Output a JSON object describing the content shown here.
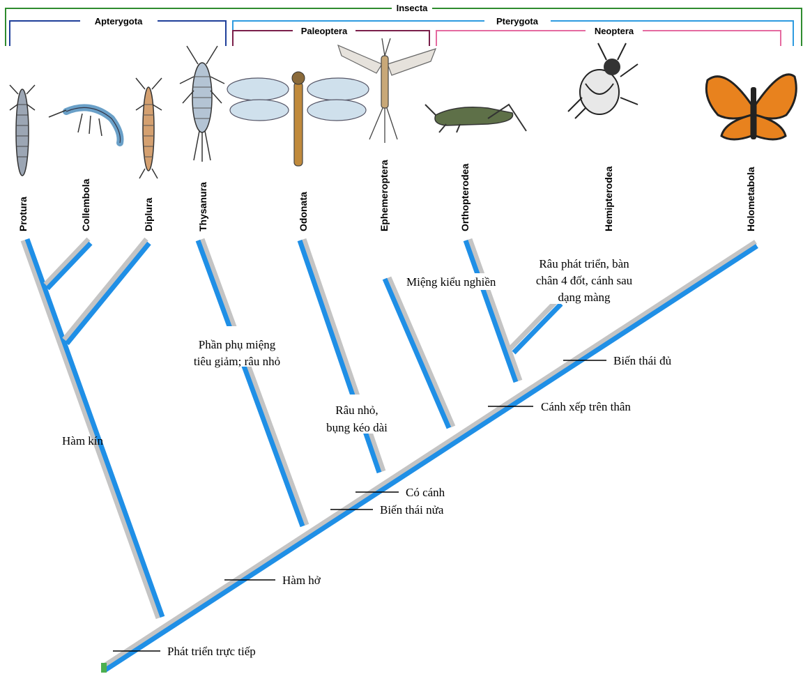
{
  "groups": {
    "insecta": "Insecta",
    "apterygota": "Apterygota",
    "pterygota": "Pterygota",
    "paleoptera": "Paleoptera",
    "neoptera": "Neoptera"
  },
  "taxa": [
    "Protura",
    "Collembola",
    "Diplura",
    "Thysanura",
    "Odonata",
    "Ephemeroptera",
    "Orthopterodea",
    "Hemipterodea",
    "Holometabola"
  ],
  "traits": {
    "ham_kin": "Hàm kín",
    "phan_phu_1": "Phần phụ miệng",
    "phan_phu_2": "tiêu giảm; râu nhỏ",
    "rau_nho_1": "Râu nhỏ,",
    "rau_nho_2": "bụng kéo dài",
    "mieng": "Miệng kiểu nghiền",
    "rau_pt_1": "Râu phát triển, bàn",
    "rau_pt_2": "chân 4 đốt, cánh sau",
    "rau_pt_3": "dạng màng",
    "bien_thai_du": "Biến thái đủ",
    "canh_xep": "Cánh xếp trên thân",
    "co_canh": "Có cánh",
    "bien_thai_nua": "Biến thái nửa",
    "ham_ho": "Hàm hở",
    "phat_trien": "Phát triển trực tiếp"
  },
  "colors": {
    "insecta": "#2e8b2e",
    "apterygota": "#1f3f9a",
    "pterygota": "#2e9be0",
    "paleoptera": "#7a1f4a",
    "neoptera": "#e56aa0",
    "branch_blue": "#1f8fe6",
    "branch_gray": "#c4c4c4"
  }
}
